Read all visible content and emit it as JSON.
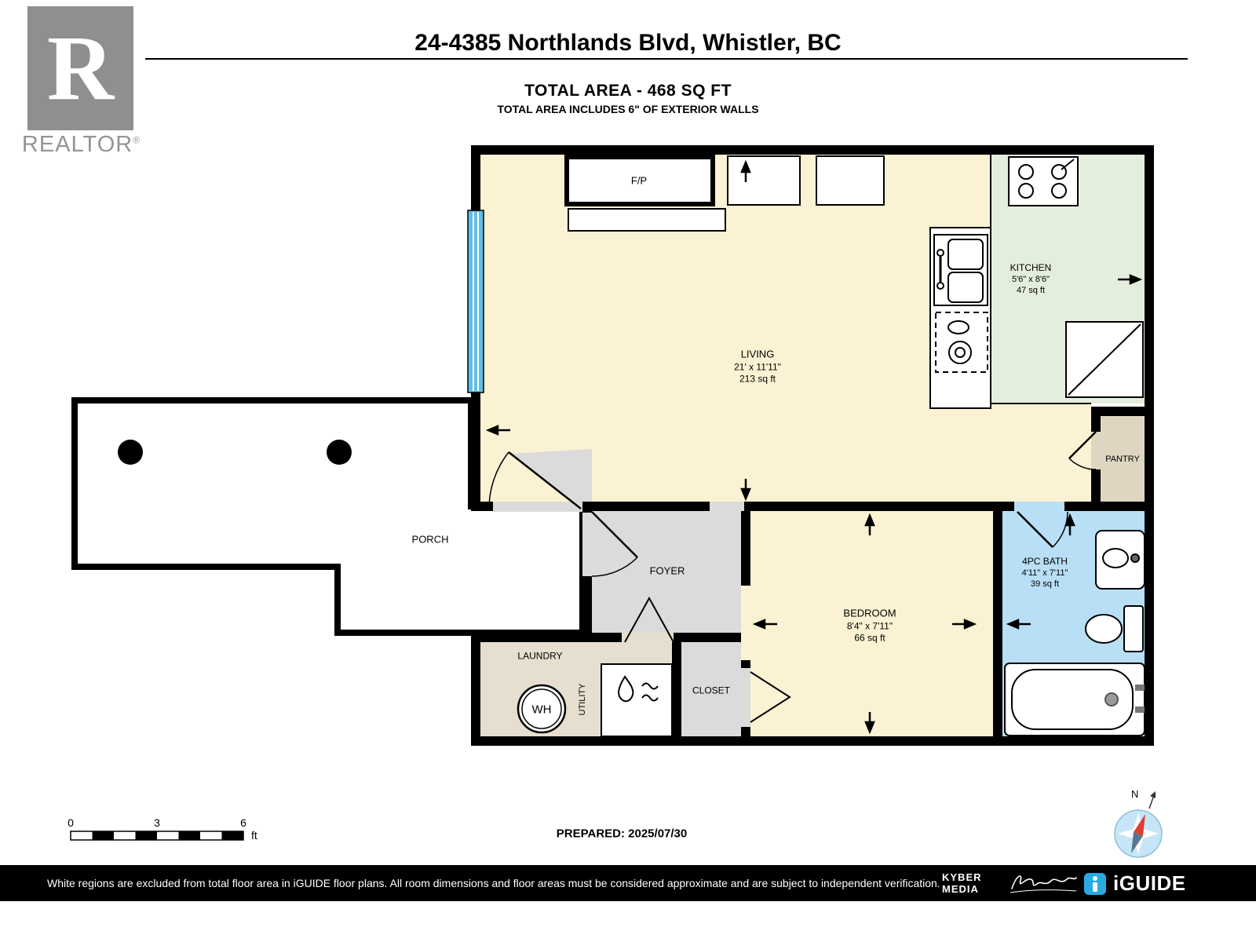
{
  "header": {
    "title": "24-4385 Northlands Blvd, Whistler, BC",
    "total_area": "TOTAL AREA - 468 SQ FT",
    "total_area_note": "TOTAL AREA INCLUDES 6\" OF EXTERIOR WALLS"
  },
  "branding": {
    "realtor_letter": "R",
    "realtor_label": "REALTOR",
    "registered_symbol": "®"
  },
  "rooms": {
    "living": {
      "name": "LIVING",
      "dims": "21' x 11'11\"",
      "area": "213 sq ft"
    },
    "kitchen": {
      "name": "KITCHEN",
      "dims": "5'6\" x 8'6\"",
      "area": "47 sq ft"
    },
    "bedroom": {
      "name": "BEDROOM",
      "dims": "8'4\" x 7'11\"",
      "area": "66 sq ft"
    },
    "bath": {
      "name": "4PC BATH",
      "dims": "4'11\" x 7'11\"",
      "area": "39 sq ft"
    },
    "pantry": {
      "name": "PANTRY"
    },
    "foyer": {
      "name": "FOYER"
    },
    "laundry": {
      "name": "LAUNDRY"
    },
    "utility": {
      "name": "UTILITY"
    },
    "closet": {
      "name": "CLOSET"
    },
    "porch": {
      "name": "PORCH"
    },
    "fireplace": {
      "name": "F/P"
    },
    "water_heater": {
      "name": "WH"
    }
  },
  "scale_bar": {
    "ticks": [
      "0",
      "3",
      "6"
    ],
    "unit": "ft"
  },
  "compass": {
    "north_label": "N"
  },
  "footer": {
    "prepared_label": "PREPARED: 2025/07/30",
    "disclaimer": "White regions are excluded from total floor area in iGUIDE floor plans. All room dimensions and floor areas must be considered approximate and are subject to independent verification.",
    "kyber_media_line1": "KYBER",
    "kyber_media_line2": "MEDIA",
    "iguide_label": "iGUIDE"
  },
  "colors": {
    "living_floor": "#FAF2D3",
    "kitchen_floor": "#E4EEDC",
    "bath_floor": "#B8DFF5",
    "pantry_floor": "#DFD6C2",
    "laundry_floor": "#E6DECE",
    "foyer_floor": "#DBDBDB",
    "window_blue": "#5FBFE8",
    "iguide_blue": "#29ABE2"
  }
}
